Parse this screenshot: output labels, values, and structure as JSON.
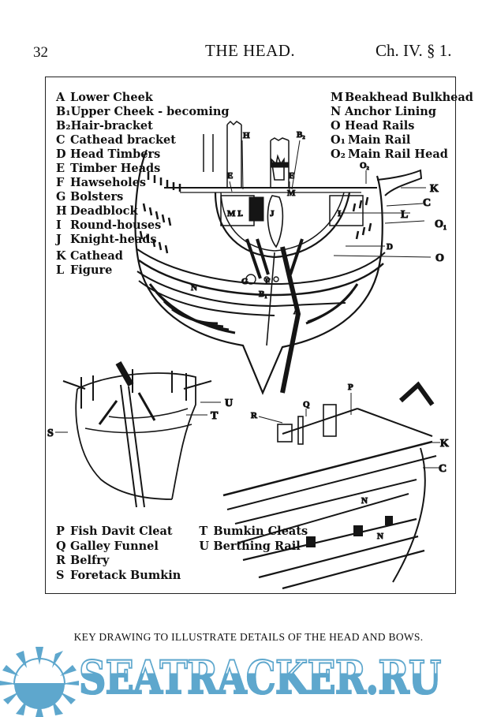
{
  "running_head": {
    "page_number": "32",
    "title": "THE HEAD.",
    "section": "Ch. IV. § 1."
  },
  "figure": {
    "legend_main_left": [
      {
        "key": "A",
        "label": "Lower Cheek"
      },
      {
        "key": "B₁",
        "label": "Upper Cheek - becoming"
      },
      {
        "key": "B₂",
        "label": "Hair-bracket"
      },
      {
        "key": "C",
        "label": "Cathead bracket"
      },
      {
        "key": "D",
        "label": "Head Timbers"
      },
      {
        "key": "E",
        "label": "Timber Heads"
      },
      {
        "key": "F",
        "label": "Hawseholes"
      },
      {
        "key": "G",
        "label": "Bolsters"
      },
      {
        "key": "H",
        "label": "Deadblock"
      },
      {
        "key": "I",
        "label": "Round-houses"
      },
      {
        "key": "J",
        "label": "Knight-heads"
      },
      {
        "key": "K",
        "label": "Cathead"
      },
      {
        "key": "L",
        "label": "Figure"
      }
    ],
    "legend_main_right": [
      {
        "key": "M",
        "label": "Beakhead Bulkhead"
      },
      {
        "key": "N",
        "label": "Anchor Lining"
      },
      {
        "key": "O",
        "label": "Head Rails"
      },
      {
        "key": "O₁",
        "label": "Main Rail"
      },
      {
        "key": "O₂",
        "label": "Main Rail Head"
      }
    ],
    "legend_secondary_col1": [
      {
        "key": "P",
        "label": "Fish Davit Cleat"
      },
      {
        "key": "Q",
        "label": "Galley Funnel"
      },
      {
        "key": "R",
        "label": "Belfry"
      },
      {
        "key": "S",
        "label": "Foretack Bumkin"
      }
    ],
    "legend_secondary_col2": [
      {
        "key": "T",
        "label": "Bumkin Cleats"
      },
      {
        "key": "U",
        "label": "Berthing Rail"
      }
    ],
    "drawing_callouts": {
      "main_view": [
        "H",
        "B₂",
        "E",
        "E",
        "O₂",
        "K",
        "C",
        "L",
        "O₁",
        "D",
        "O",
        "M",
        "I",
        "J",
        "M",
        "I",
        "N",
        "G",
        "F",
        "B₁",
        "A"
      ],
      "small_bow_view": [
        "U",
        "T",
        "S"
      ],
      "deck_view": [
        "R",
        "Q",
        "P",
        "K",
        "C",
        "N",
        "N"
      ]
    }
  },
  "caption": "KEY DRAWING TO ILLUSTRATE DETAILS OF THE HEAD AND BOWS.",
  "watermark": {
    "text": "SEATRACKER.RU",
    "color": "#5ea7cd",
    "icon": "sun-icon"
  }
}
